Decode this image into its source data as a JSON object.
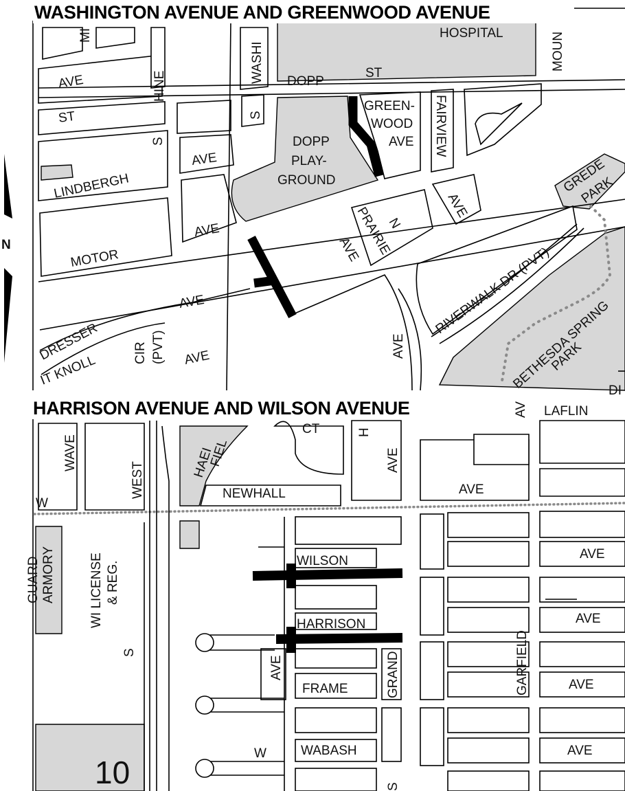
{
  "sections": {
    "top_title": "WASHINGTON AVENUE AND GREENWOOD AVENUE",
    "bottom_title": "HARRISON AVENUE AND WILSON AVENUE"
  },
  "north_arrow": {
    "label": "N"
  },
  "top_labels": {
    "hospital": "HOSPITAL",
    "mi": "MI",
    "washi": "WASHI",
    "moun": "MOUN",
    "ave_1": "AVE",
    "hine": "HINE",
    "dopp": "DOPP",
    "st_1": "ST",
    "st_2": "ST",
    "s_1": "S",
    "s_2": "S",
    "green": "GREEN-",
    "wood": "WOOD",
    "ave_gw": "AVE",
    "fairview": "FAIRVIEW",
    "dopp_pg": "DOPP",
    "play": "PLAY-",
    "ground": "GROUND",
    "ave_2": "AVE",
    "lindbergh": "LINDBERGH",
    "grede": "GREDE",
    "park_1": "PARK",
    "ave_fv": "AVE",
    "n": "N",
    "prairie": "PRAIRIE",
    "ave_3": "AVE",
    "motor": "MOTOR",
    "ave_pr": "AVE",
    "riverwalk": "RIVERWALK  DR (PVT)",
    "bethesda": "BETHESDA SPRING",
    "park_2": "PARK",
    "ave_4": "AVE",
    "dresser": "DRESSER",
    "knoll": "IT KNOLL",
    "cir": "CIR",
    "pvt": "(PVT)",
    "ave_5": "AVE",
    "ave_6": "AVE",
    "di": "DI"
  },
  "bottom_labels": {
    "av": "AV",
    "laflin": "LAFLIN",
    "wave": "WAVE",
    "west": "WEST",
    "haei": "HAEI",
    "fiel": "FIEL",
    "ct": "CT",
    "h": "H",
    "ave_1": "AVE",
    "w_1": "W",
    "newhall": "NEWHALL",
    "ave_2": "AVE",
    "armory": "ARMORY",
    "guard": "GUARD",
    "wi_license": "WI LICENSE",
    "reg": "& REG.",
    "wilson": "WILSON",
    "ave_3": "AVE",
    "harrison": "HARRISON",
    "ave_4": "AVE",
    "s_1": "S",
    "ave_5": "AVE",
    "frame": "FRAME",
    "grand": "GRAND",
    "garfield": "GARFIELD",
    "ave_6": "AVE",
    "w_2": "W",
    "wabash": "WABASH",
    "ave_7": "AVE",
    "s_2": "S",
    "sheet_number": "10"
  }
}
